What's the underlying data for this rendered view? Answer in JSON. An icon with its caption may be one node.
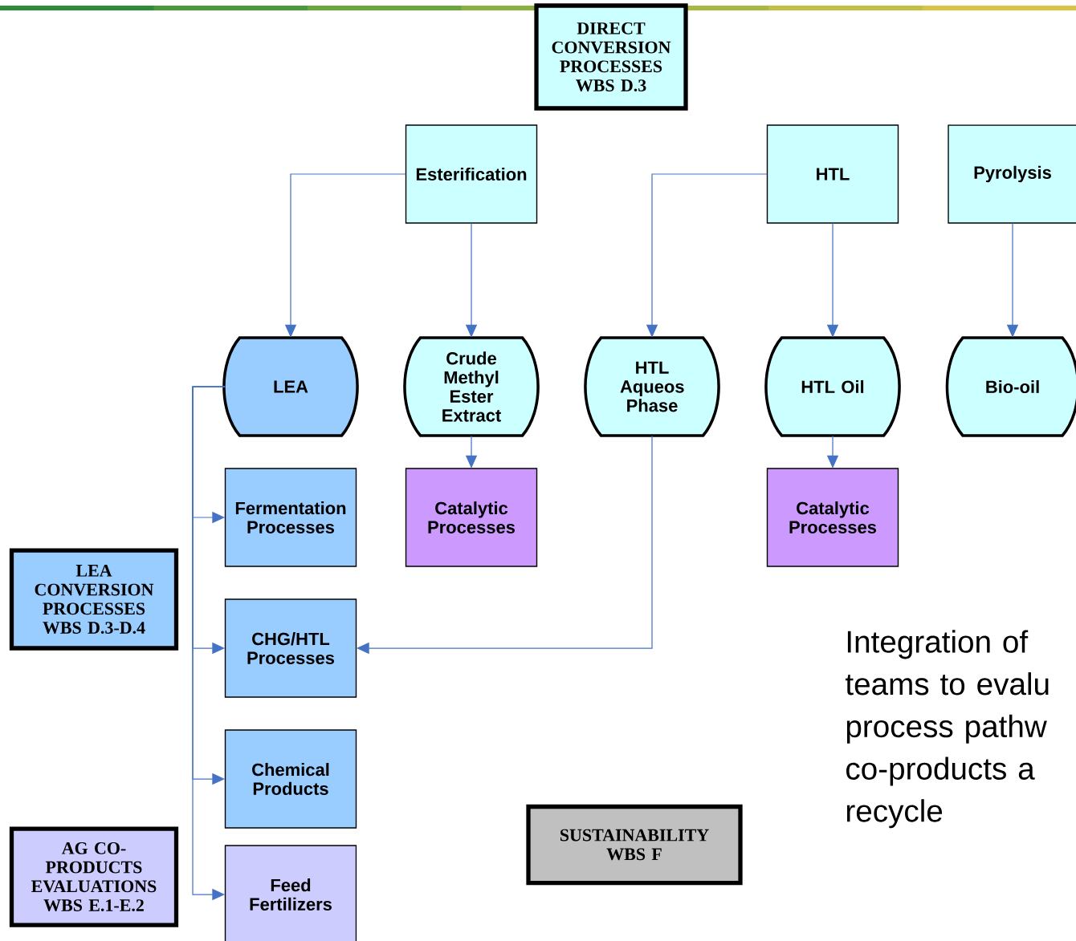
{
  "diagram": {
    "nodes": [
      {
        "text": [
          "DIRECT CONVERSION PROCESSES WBS D.3"
        ]
      },
      {
        "text": [
          "Esterification"
        ]
      },
      {
        "text": [
          "HTL"
        ]
      },
      {
        "text": [
          "Pyrolysis"
        ]
      },
      {
        "text": [
          "LEA"
        ]
      },
      {
        "text": [
          "Crude Methyl Ester Extract"
        ]
      },
      {
        "text": [
          "HTL Aqueos Phase"
        ]
      },
      {
        "text": [
          "HTL Oil"
        ]
      },
      {
        "text": [
          "Bio-oil"
        ]
      },
      {
        "text": [
          "Fermentation Processes"
        ]
      },
      {
        "text": [
          "Catalytic Processes"
        ]
      },
      {
        "text": [
          "Catalytic Processes"
        ]
      },
      {
        "text": [
          "LEA CONVERSION PROCESSES WBS D.3-D.4"
        ]
      },
      {
        "text": [
          "CHG/HTL Processes"
        ]
      },
      {
        "text": [
          "Chemical Products"
        ]
      },
      {
        "text": [
          "AG CO-PRODUCTS EVALUATIONS WBS E.1-E.2"
        ]
      },
      {
        "text": [
          "Feed Fertilizers"
        ]
      },
      {
        "text": [
          "SUSTAINABILITY WBS F"
        ]
      }
    ],
    "edges": [
      {
        "from": 1,
        "to": 4,
        "arrow": "to"
      },
      {
        "from": 1,
        "to": 5,
        "arrow": "to"
      },
      {
        "from": 2,
        "to": 6,
        "arrow": "to"
      },
      {
        "from": 2,
        "to": 7,
        "arrow": "to"
      },
      {
        "from": 3,
        "to": 8,
        "arrow": "to"
      },
      {
        "from": 5,
        "to": 10,
        "arrow": "to"
      },
      {
        "from": 7,
        "to": 11,
        "arrow": "to"
      },
      {
        "from": 6,
        "to": 13,
        "arrow": "to"
      },
      {
        "from": 4,
        "to": 9,
        "arrow": "to"
      },
      {
        "from": 4,
        "to": 13,
        "arrow": "to"
      },
      {
        "from": 4,
        "to": 14,
        "arrow": "to"
      },
      {
        "from": 4,
        "to": 16,
        "arrow": "to"
      }
    ],
    "labels": [
      "Integration of teams to evalu process pathw co-products a recycle"
    ]
  }
}
